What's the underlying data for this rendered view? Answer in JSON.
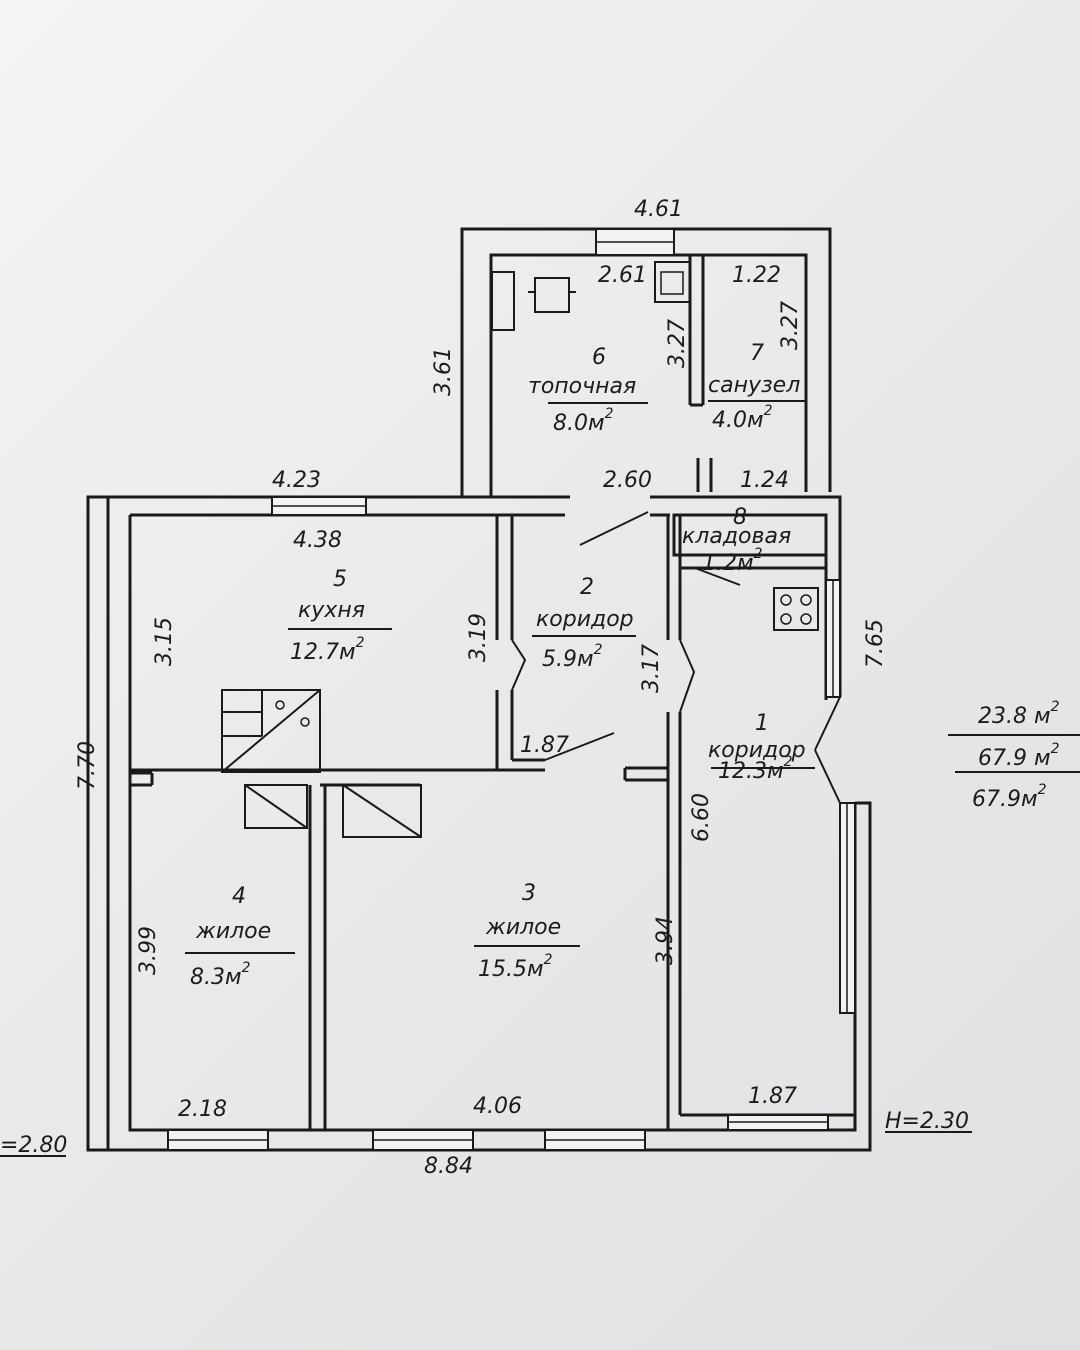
{
  "rooms": [
    {
      "number": "1",
      "name": "коридор",
      "area": "12.3м"
    },
    {
      "number": "2",
      "name": "коридор",
      "area": "5.9м"
    },
    {
      "number": "3",
      "name": "жилое",
      "area": "15.5м"
    },
    {
      "number": "4",
      "name": "жилое",
      "area": "8.3м"
    },
    {
      "number": "5",
      "name": "кухня",
      "area": "12.7м"
    },
    {
      "number": "6",
      "name": "топочная",
      "area": "8.0м"
    },
    {
      "number": "7",
      "name": "санузел",
      "area": "4.0м"
    },
    {
      "number": "8",
      "name": "кладовая",
      "area": "1.2м"
    }
  ],
  "area_unit_superscript": "2",
  "dimensions": {
    "top_outer": "4.61",
    "boiler_width": "2.61",
    "bath_width": "1.22",
    "boiler_height": "3.27",
    "bath_height": "3.27",
    "annex_height": "3.61",
    "corridor_top_width": "2.60",
    "pantry_width": "1.24",
    "kitchen_outer_width": "4.23",
    "kitchen_inner_width": "4.38",
    "kitchen_height": "3.15",
    "kitchen_right_height": "3.19",
    "corridor2_height": "3.17",
    "corridor2_width": "1.87",
    "right_wall_height": "7.65",
    "left_outer_height": "7.70",
    "corridor1_height": "6.60",
    "room4_height": "3.99",
    "room3_height": "3.94",
    "room4_width": "2.18",
    "room3_width": "4.06",
    "corridor1_width": "1.87",
    "bottom_outer": "8.84"
  },
  "heights": {
    "left": "=2.80",
    "right": "H=2.30"
  },
  "totals": [
    {
      "value": "23.8  м",
      "sup": "2"
    },
    {
      "value": "67.9  м",
      "sup": "2"
    },
    {
      "value": "67.9м",
      "sup": "2"
    }
  ],
  "colors": {
    "ink": "#1a1a1a",
    "paper": "#eeeeec"
  }
}
